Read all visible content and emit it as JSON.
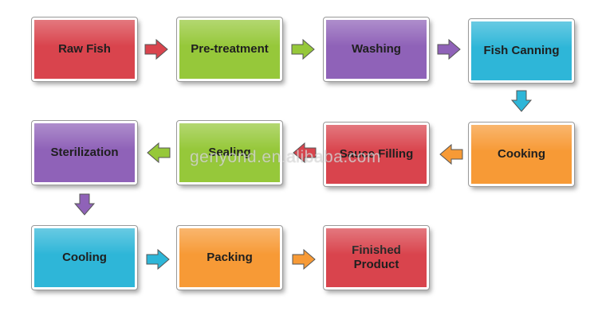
{
  "steps": [
    {
      "label": "Raw Fish",
      "color": "#d9444d"
    },
    {
      "label": "Pre-treatment",
      "color": "#96c83a"
    },
    {
      "label": "Washing",
      "color": "#8f62b8"
    },
    {
      "label": "Fish Canning",
      "color": "#2eb6d8"
    },
    {
      "label": "Cooking",
      "color": "#f79a36"
    },
    {
      "label": "Sauce Filling",
      "color": "#d9444d"
    },
    {
      "label": "Sealing",
      "color": "#96c83a"
    },
    {
      "label": "Sterilization",
      "color": "#8f62b8"
    },
    {
      "label": "Cooling",
      "color": "#2eb6d8"
    },
    {
      "label": "Packing",
      "color": "#f79a36"
    },
    {
      "label": "Finished Product",
      "color": "#d9444d"
    }
  ],
  "watermark": "genyond.en.alibaba.com"
}
